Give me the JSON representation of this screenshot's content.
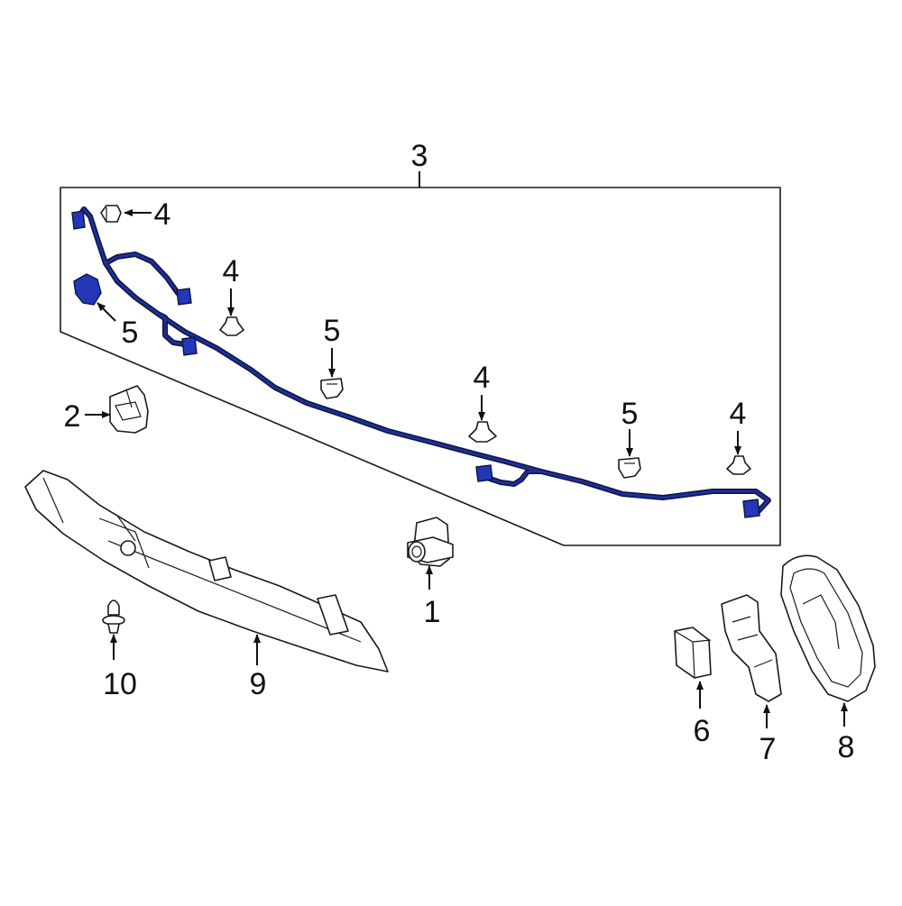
{
  "colors": {
    "harness": "#1e2f95",
    "harness_outline": "#0d1440",
    "connector": "#2437b8",
    "line": "#1a1a1a",
    "background": "#ffffff"
  },
  "callouts": {
    "c1": "1",
    "c2": "2",
    "c3": "3",
    "c4a": "4",
    "c4b": "4",
    "c4c": "4",
    "c4d": "4",
    "c5a": "5",
    "c5b": "5",
    "c5c": "5",
    "c6": "6",
    "c7": "7",
    "c8": "8",
    "c9": "9",
    "c10": "10"
  }
}
